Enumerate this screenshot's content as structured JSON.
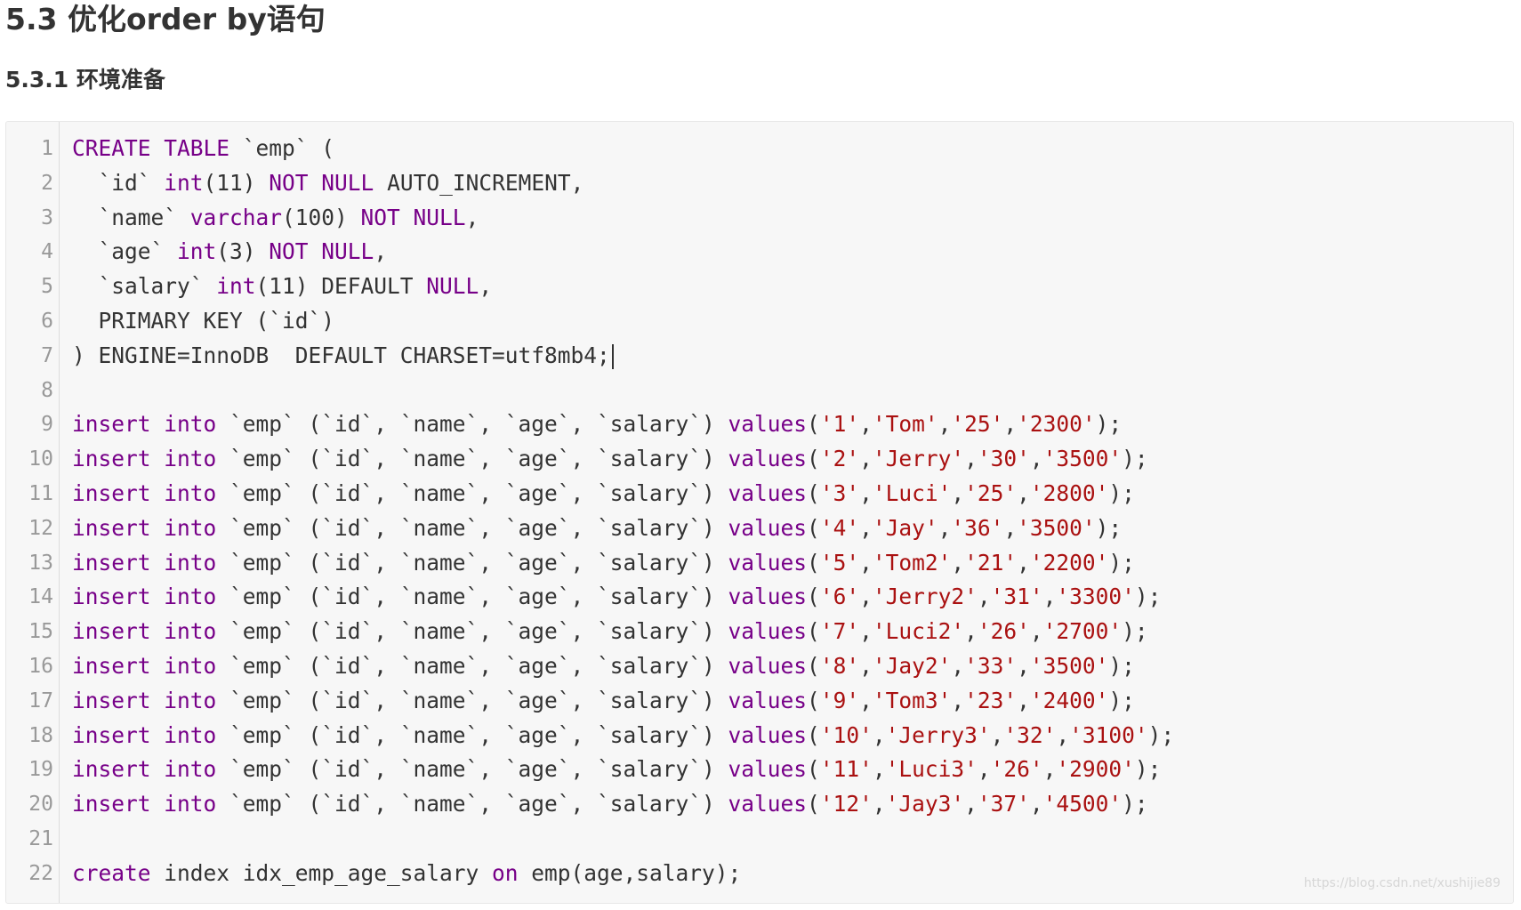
{
  "heading": "5.3 优化order by语句",
  "subheading": "5.3.1 环境准备",
  "code": {
    "lines": [
      {
        "n": "1",
        "tokens": [
          {
            "t": "CREATE TABLE",
            "c": "kw"
          },
          {
            "t": " `emp` (",
            "c": ""
          }
        ]
      },
      {
        "n": "2",
        "tokens": [
          {
            "t": "  `id` ",
            "c": ""
          },
          {
            "t": "int",
            "c": "kw"
          },
          {
            "t": "(11) ",
            "c": ""
          },
          {
            "t": "NOT NULL",
            "c": "kw"
          },
          {
            "t": " AUTO_INCREMENT,",
            "c": ""
          }
        ]
      },
      {
        "n": "3",
        "tokens": [
          {
            "t": "  `name` ",
            "c": ""
          },
          {
            "t": "varchar",
            "c": "kw"
          },
          {
            "t": "(100) ",
            "c": ""
          },
          {
            "t": "NOT NULL",
            "c": "kw"
          },
          {
            "t": ",",
            "c": ""
          }
        ]
      },
      {
        "n": "4",
        "tokens": [
          {
            "t": "  `age` ",
            "c": ""
          },
          {
            "t": "int",
            "c": "kw"
          },
          {
            "t": "(3) ",
            "c": ""
          },
          {
            "t": "NOT NULL",
            "c": "kw"
          },
          {
            "t": ",",
            "c": ""
          }
        ]
      },
      {
        "n": "5",
        "tokens": [
          {
            "t": "  `salary` ",
            "c": ""
          },
          {
            "t": "int",
            "c": "kw"
          },
          {
            "t": "(11) DEFAULT ",
            "c": ""
          },
          {
            "t": "NULL",
            "c": "kw"
          },
          {
            "t": ",",
            "c": ""
          }
        ]
      },
      {
        "n": "6",
        "tokens": [
          {
            "t": "  PRIMARY KEY (`id`)",
            "c": ""
          }
        ]
      },
      {
        "n": "7",
        "tokens": [
          {
            "t": ") ENGINE=InnoDB  DEFAULT CHARSET=utf8mb4;",
            "c": ""
          }
        ],
        "cursor": true
      },
      {
        "n": "8",
        "tokens": []
      },
      {
        "n": "9",
        "tokens": [
          {
            "t": "insert into",
            "c": "kw"
          },
          {
            "t": " `emp` (`id`, `name`, `age`, `salary`) ",
            "c": ""
          },
          {
            "t": "values",
            "c": "kw"
          },
          {
            "t": "(",
            "c": ""
          },
          {
            "t": "'1'",
            "c": "str"
          },
          {
            "t": ",",
            "c": ""
          },
          {
            "t": "'Tom'",
            "c": "str"
          },
          {
            "t": ",",
            "c": ""
          },
          {
            "t": "'25'",
            "c": "str"
          },
          {
            "t": ",",
            "c": ""
          },
          {
            "t": "'2300'",
            "c": "str"
          },
          {
            "t": ");",
            "c": ""
          }
        ]
      },
      {
        "n": "10",
        "tokens": [
          {
            "t": "insert into",
            "c": "kw"
          },
          {
            "t": " `emp` (`id`, `name`, `age`, `salary`) ",
            "c": ""
          },
          {
            "t": "values",
            "c": "kw"
          },
          {
            "t": "(",
            "c": ""
          },
          {
            "t": "'2'",
            "c": "str"
          },
          {
            "t": ",",
            "c": ""
          },
          {
            "t": "'Jerry'",
            "c": "str"
          },
          {
            "t": ",",
            "c": ""
          },
          {
            "t": "'30'",
            "c": "str"
          },
          {
            "t": ",",
            "c": ""
          },
          {
            "t": "'3500'",
            "c": "str"
          },
          {
            "t": ");",
            "c": ""
          }
        ]
      },
      {
        "n": "11",
        "tokens": [
          {
            "t": "insert into",
            "c": "kw"
          },
          {
            "t": " `emp` (`id`, `name`, `age`, `salary`) ",
            "c": ""
          },
          {
            "t": "values",
            "c": "kw"
          },
          {
            "t": "(",
            "c": ""
          },
          {
            "t": "'3'",
            "c": "str"
          },
          {
            "t": ",",
            "c": ""
          },
          {
            "t": "'Luci'",
            "c": "str"
          },
          {
            "t": ",",
            "c": ""
          },
          {
            "t": "'25'",
            "c": "str"
          },
          {
            "t": ",",
            "c": ""
          },
          {
            "t": "'2800'",
            "c": "str"
          },
          {
            "t": ");",
            "c": ""
          }
        ]
      },
      {
        "n": "12",
        "tokens": [
          {
            "t": "insert into",
            "c": "kw"
          },
          {
            "t": " `emp` (`id`, `name`, `age`, `salary`) ",
            "c": ""
          },
          {
            "t": "values",
            "c": "kw"
          },
          {
            "t": "(",
            "c": ""
          },
          {
            "t": "'4'",
            "c": "str"
          },
          {
            "t": ",",
            "c": ""
          },
          {
            "t": "'Jay'",
            "c": "str"
          },
          {
            "t": ",",
            "c": ""
          },
          {
            "t": "'36'",
            "c": "str"
          },
          {
            "t": ",",
            "c": ""
          },
          {
            "t": "'3500'",
            "c": "str"
          },
          {
            "t": ");",
            "c": ""
          }
        ]
      },
      {
        "n": "13",
        "tokens": [
          {
            "t": "insert into",
            "c": "kw"
          },
          {
            "t": " `emp` (`id`, `name`, `age`, `salary`) ",
            "c": ""
          },
          {
            "t": "values",
            "c": "kw"
          },
          {
            "t": "(",
            "c": ""
          },
          {
            "t": "'5'",
            "c": "str"
          },
          {
            "t": ",",
            "c": ""
          },
          {
            "t": "'Tom2'",
            "c": "str"
          },
          {
            "t": ",",
            "c": ""
          },
          {
            "t": "'21'",
            "c": "str"
          },
          {
            "t": ",",
            "c": ""
          },
          {
            "t": "'2200'",
            "c": "str"
          },
          {
            "t": ");",
            "c": ""
          }
        ]
      },
      {
        "n": "14",
        "tokens": [
          {
            "t": "insert into",
            "c": "kw"
          },
          {
            "t": " `emp` (`id`, `name`, `age`, `salary`) ",
            "c": ""
          },
          {
            "t": "values",
            "c": "kw"
          },
          {
            "t": "(",
            "c": ""
          },
          {
            "t": "'6'",
            "c": "str"
          },
          {
            "t": ",",
            "c": ""
          },
          {
            "t": "'Jerry2'",
            "c": "str"
          },
          {
            "t": ",",
            "c": ""
          },
          {
            "t": "'31'",
            "c": "str"
          },
          {
            "t": ",",
            "c": ""
          },
          {
            "t": "'3300'",
            "c": "str"
          },
          {
            "t": ");",
            "c": ""
          }
        ]
      },
      {
        "n": "15",
        "tokens": [
          {
            "t": "insert into",
            "c": "kw"
          },
          {
            "t": " `emp` (`id`, `name`, `age`, `salary`) ",
            "c": ""
          },
          {
            "t": "values",
            "c": "kw"
          },
          {
            "t": "(",
            "c": ""
          },
          {
            "t": "'7'",
            "c": "str"
          },
          {
            "t": ",",
            "c": ""
          },
          {
            "t": "'Luci2'",
            "c": "str"
          },
          {
            "t": ",",
            "c": ""
          },
          {
            "t": "'26'",
            "c": "str"
          },
          {
            "t": ",",
            "c": ""
          },
          {
            "t": "'2700'",
            "c": "str"
          },
          {
            "t": ");",
            "c": ""
          }
        ]
      },
      {
        "n": "16",
        "tokens": [
          {
            "t": "insert into",
            "c": "kw"
          },
          {
            "t": " `emp` (`id`, `name`, `age`, `salary`) ",
            "c": ""
          },
          {
            "t": "values",
            "c": "kw"
          },
          {
            "t": "(",
            "c": ""
          },
          {
            "t": "'8'",
            "c": "str"
          },
          {
            "t": ",",
            "c": ""
          },
          {
            "t": "'Jay2'",
            "c": "str"
          },
          {
            "t": ",",
            "c": ""
          },
          {
            "t": "'33'",
            "c": "str"
          },
          {
            "t": ",",
            "c": ""
          },
          {
            "t": "'3500'",
            "c": "str"
          },
          {
            "t": ");",
            "c": ""
          }
        ]
      },
      {
        "n": "17",
        "tokens": [
          {
            "t": "insert into",
            "c": "kw"
          },
          {
            "t": " `emp` (`id`, `name`, `age`, `salary`) ",
            "c": ""
          },
          {
            "t": "values",
            "c": "kw"
          },
          {
            "t": "(",
            "c": ""
          },
          {
            "t": "'9'",
            "c": "str"
          },
          {
            "t": ",",
            "c": ""
          },
          {
            "t": "'Tom3'",
            "c": "str"
          },
          {
            "t": ",",
            "c": ""
          },
          {
            "t": "'23'",
            "c": "str"
          },
          {
            "t": ",",
            "c": ""
          },
          {
            "t": "'2400'",
            "c": "str"
          },
          {
            "t": ");",
            "c": ""
          }
        ]
      },
      {
        "n": "18",
        "tokens": [
          {
            "t": "insert into",
            "c": "kw"
          },
          {
            "t": " `emp` (`id`, `name`, `age`, `salary`) ",
            "c": ""
          },
          {
            "t": "values",
            "c": "kw"
          },
          {
            "t": "(",
            "c": ""
          },
          {
            "t": "'10'",
            "c": "str"
          },
          {
            "t": ",",
            "c": ""
          },
          {
            "t": "'Jerry3'",
            "c": "str"
          },
          {
            "t": ",",
            "c": ""
          },
          {
            "t": "'32'",
            "c": "str"
          },
          {
            "t": ",",
            "c": ""
          },
          {
            "t": "'3100'",
            "c": "str"
          },
          {
            "t": ");",
            "c": ""
          }
        ]
      },
      {
        "n": "19",
        "tokens": [
          {
            "t": "insert into",
            "c": "kw"
          },
          {
            "t": " `emp` (`id`, `name`, `age`, `salary`) ",
            "c": ""
          },
          {
            "t": "values",
            "c": "kw"
          },
          {
            "t": "(",
            "c": ""
          },
          {
            "t": "'11'",
            "c": "str"
          },
          {
            "t": ",",
            "c": ""
          },
          {
            "t": "'Luci3'",
            "c": "str"
          },
          {
            "t": ",",
            "c": ""
          },
          {
            "t": "'26'",
            "c": "str"
          },
          {
            "t": ",",
            "c": ""
          },
          {
            "t": "'2900'",
            "c": "str"
          },
          {
            "t": ");",
            "c": ""
          }
        ]
      },
      {
        "n": "20",
        "tokens": [
          {
            "t": "insert into",
            "c": "kw"
          },
          {
            "t": " `emp` (`id`, `name`, `age`, `salary`) ",
            "c": ""
          },
          {
            "t": "values",
            "c": "kw"
          },
          {
            "t": "(",
            "c": ""
          },
          {
            "t": "'12'",
            "c": "str"
          },
          {
            "t": ",",
            "c": ""
          },
          {
            "t": "'Jay3'",
            "c": "str"
          },
          {
            "t": ",",
            "c": ""
          },
          {
            "t": "'37'",
            "c": "str"
          },
          {
            "t": ",",
            "c": ""
          },
          {
            "t": "'4500'",
            "c": "str"
          },
          {
            "t": ");",
            "c": ""
          }
        ]
      },
      {
        "n": "21",
        "tokens": []
      },
      {
        "n": "22",
        "tokens": [
          {
            "t": "create",
            "c": "kw"
          },
          {
            "t": " index idx_emp_age_salary ",
            "c": ""
          },
          {
            "t": "on",
            "c": "kw"
          },
          {
            "t": " emp(age,salary);",
            "c": ""
          }
        ]
      }
    ]
  },
  "watermark": "https://blog.csdn.net/xushijie89"
}
